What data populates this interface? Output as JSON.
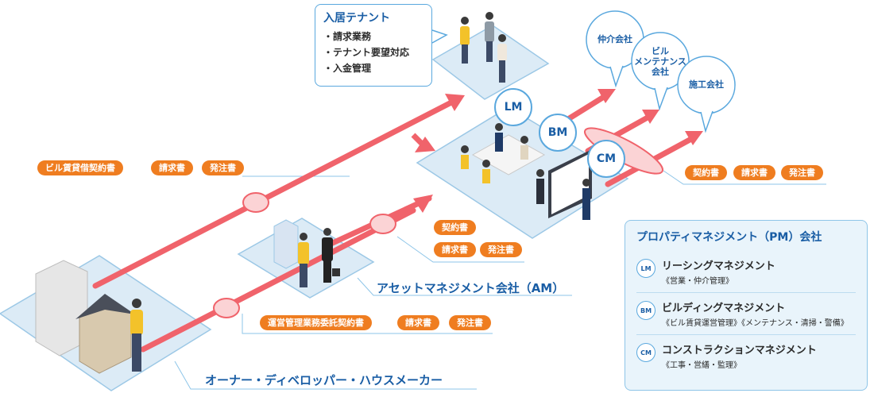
{
  "tenant": {
    "title": "入居テナント",
    "items": [
      "・請求業務",
      "・テナント要望対応",
      "・入金管理"
    ]
  },
  "bubbles": {
    "broker": "仲介会社",
    "maintenance": "ビル\nメンテナンス\n会社",
    "construction": "施工会社"
  },
  "badges": {
    "lm": "LM",
    "bm": "BM",
    "cm": "CM"
  },
  "documents": {
    "owner_pm": [
      "ビル賃貸借契約書",
      "請求書",
      "発注書"
    ],
    "am_pm": [
      "契約書",
      "請求書",
      "発注書"
    ],
    "owner_am": [
      "運営管理業務委託契約書",
      "請求書",
      "発注書"
    ],
    "pm_contractors": [
      "契約書",
      "請求書",
      "発注書"
    ]
  },
  "labels": {
    "am_company": "アセットマネジメント会社（AM）",
    "owner": "オーナー・ディベロッパー・ハウスメーカー"
  },
  "pm_company": {
    "title": "プロパティマネジメント（PM）会社",
    "rows": [
      {
        "icon": "LM",
        "name": "リーシングマネジメント",
        "desc": "《営業・仲介管理》"
      },
      {
        "icon": "BM",
        "name": "ビルディングマネジメント",
        "desc": "《ビル賃貸運営管理》《メンテナンス・清掃・警備》"
      },
      {
        "icon": "CM",
        "name": "コンストラクションマネジメント",
        "desc": "《工事・営繕・監理》"
      }
    ]
  },
  "colors": {
    "arrow": "#f0636b",
    "arrow_light": "#fbd3d5",
    "accent": "#ef7d20",
    "blue": "#1a5ea5",
    "platform": "#dcebf6",
    "platform_edge": "#9cc8e6"
  }
}
